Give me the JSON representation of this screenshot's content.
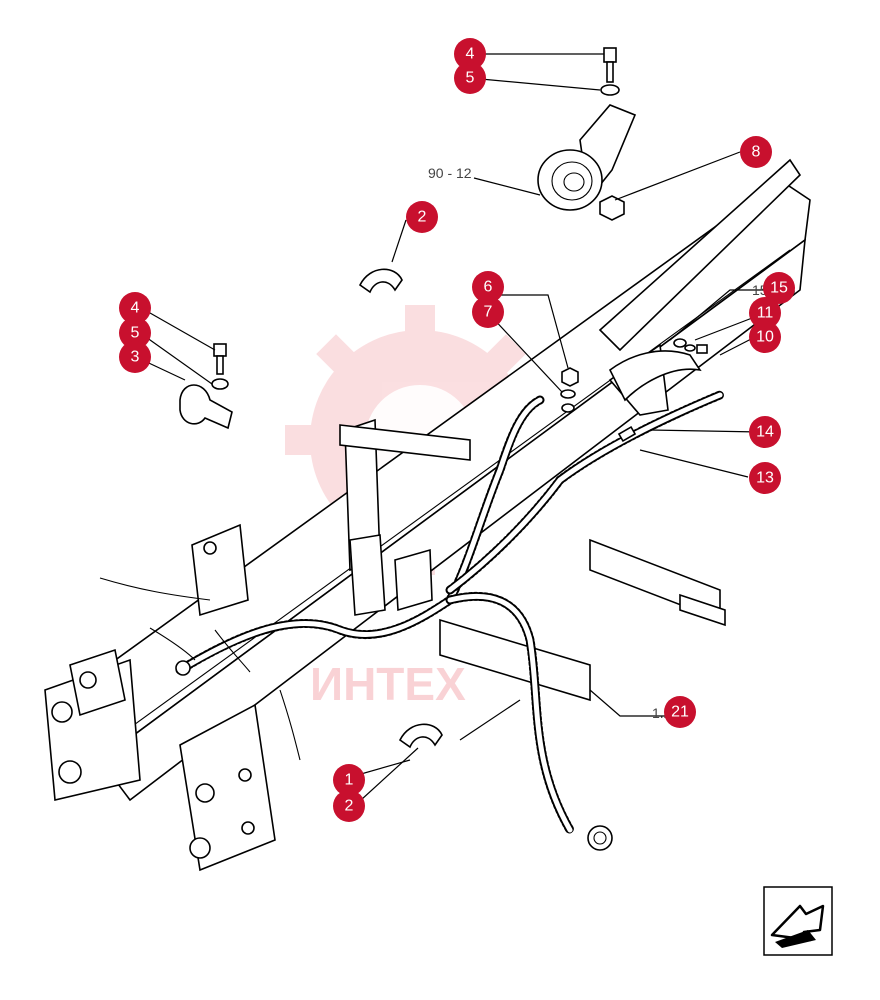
{
  "diagram": {
    "callouts": [
      {
        "id": "callout-4-top",
        "label": "4"
      },
      {
        "id": "callout-5-top",
        "label": "5"
      },
      {
        "id": "callout-8",
        "label": "8"
      },
      {
        "id": "callout-2-top",
        "label": "2"
      },
      {
        "id": "callout-6",
        "label": "6"
      },
      {
        "id": "callout-7",
        "label": "7"
      },
      {
        "id": "callout-15",
        "label": "15"
      },
      {
        "id": "callout-11",
        "label": "11"
      },
      {
        "id": "callout-10",
        "label": "10"
      },
      {
        "id": "callout-4-left",
        "label": "4"
      },
      {
        "id": "callout-5-left",
        "label": "5"
      },
      {
        "id": "callout-3",
        "label": "3"
      },
      {
        "id": "callout-14",
        "label": "14"
      },
      {
        "id": "callout-13",
        "label": "13"
      },
      {
        "id": "callout-1",
        "label": "1"
      },
      {
        "id": "callout-2-bottom",
        "label": "2"
      },
      {
        "id": "callout-21",
        "label": "21"
      }
    ],
    "reference_labels": {
      "horn_ref": "90 - 12",
      "bracket_ref": "15 - 16",
      "frame_ref": "1.21.5"
    },
    "watermark": "ИНТЕХ",
    "colors": {
      "callout": "#c8102e",
      "watermark": "#e63946",
      "line": "#000000"
    },
    "nav_icon": "arrow-next-page-icon"
  }
}
